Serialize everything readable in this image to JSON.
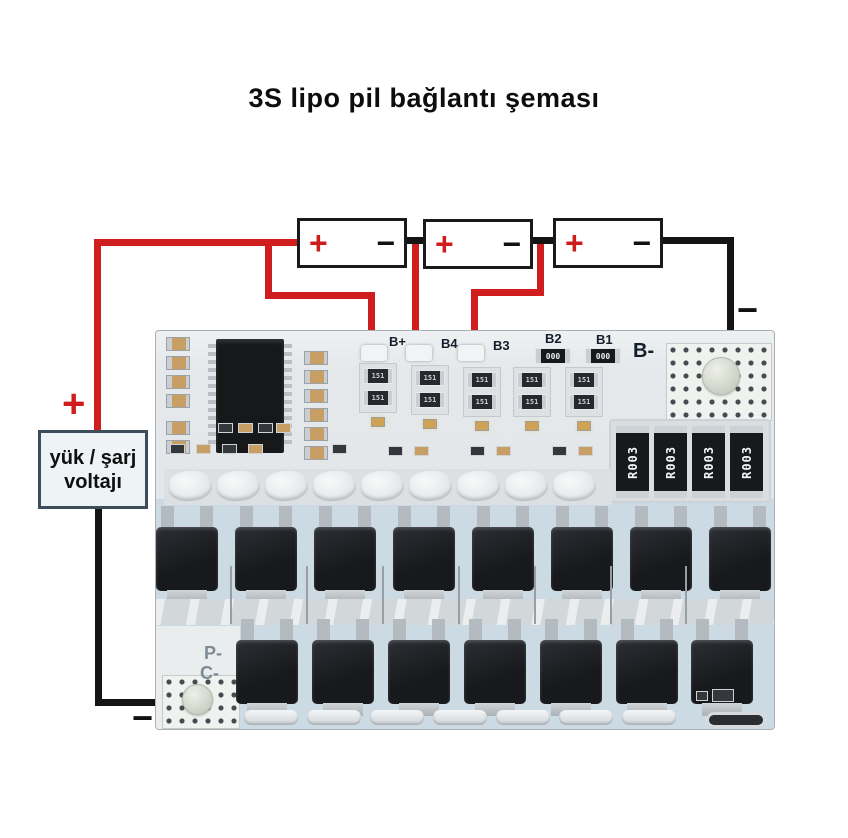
{
  "title": "3S lipo pil bağlantı şeması",
  "load_box": {
    "line1": "yük / şarj",
    "line2": "voltajı"
  },
  "batteries": [
    {
      "plus": "+",
      "minus": "−"
    },
    {
      "plus": "+",
      "minus": "−"
    },
    {
      "plus": "+",
      "minus": "−"
    }
  ],
  "wire_marks": {
    "pack_plus": "+",
    "board_minus": "−",
    "pack_minus": "−"
  },
  "board": {
    "pad_labels": [
      "B+",
      "B4",
      "B3",
      "B2",
      "B1"
    ],
    "b_minus": "B-",
    "p_minus": "P-",
    "c_minus": "C-",
    "shunt_label": "R003",
    "zero_marking": "000",
    "small_resistor_marking": "151"
  },
  "colors": {
    "wire_red": "#d01e1e",
    "wire_black": "#141414",
    "board_base": "#e1e5e7",
    "board_blue": "#ccdae4",
    "silkscreen_dark": "#141e2a",
    "silkscreen_gray": "#7e8b97",
    "load_box_border": "#3d4d59"
  }
}
